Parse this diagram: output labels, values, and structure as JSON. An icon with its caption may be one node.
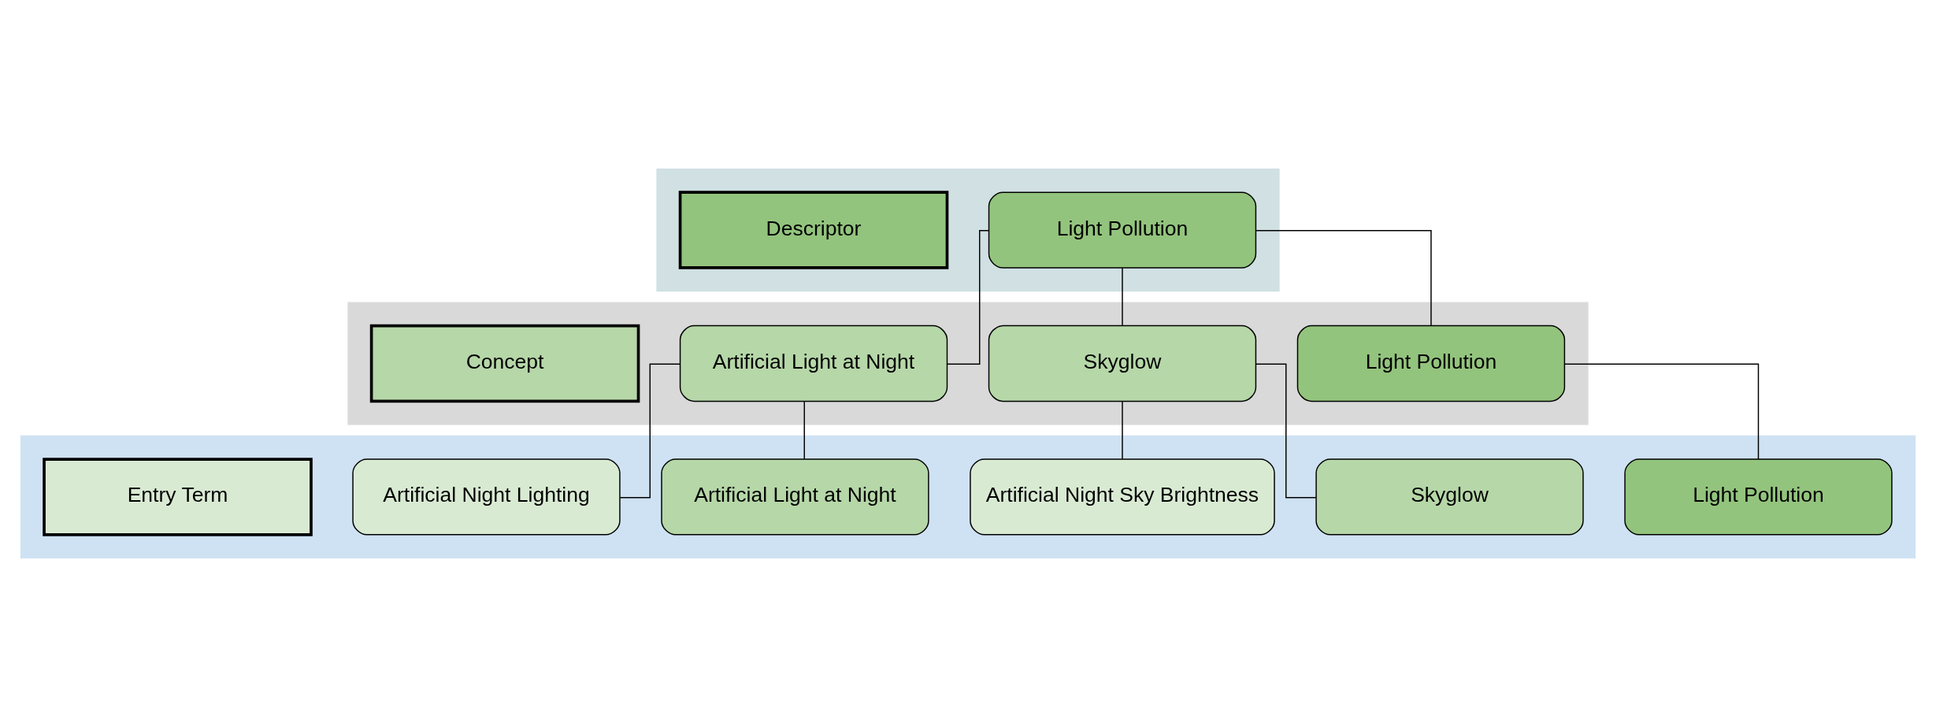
{
  "diagram": {
    "nodes": [
      {
        "text": [],
        "shape": "band"
      },
      {
        "text": [
          "Light Pollution"
        ],
        "in": 0
      },
      {
        "text": [
          "Descriptor"
        ],
        "in": 0
      },
      {
        "text": [],
        "shape": "band"
      },
      {
        "text": [
          "Light Pollution"
        ],
        "in": 3
      },
      {
        "text": [
          "Skyglow"
        ],
        "in": 3
      },
      {
        "text": [
          "Artificial Light at Night"
        ],
        "in": 3
      },
      {
        "text": [
          "Concept"
        ],
        "in": 3
      },
      {
        "text": [],
        "shape": "band"
      },
      {
        "text": [
          "Light Pollution"
        ],
        "in": 8
      },
      {
        "text": [
          "Skyglow"
        ],
        "in": 8
      },
      {
        "text": [
          "Artificial Night Sky Brightness"
        ],
        "in": 8
      },
      {
        "text": [
          "Artificial Light at Night"
        ],
        "in": 8
      },
      {
        "text": [
          "Artificial Night Lighting"
        ],
        "in": 8
      },
      {
        "text": [
          "Entry Term"
        ],
        "in": 8
      }
    ],
    "edges": [
      {
        "from": 1,
        "to": 4,
        "arrow": "none"
      },
      {
        "from": 1,
        "to": 5,
        "arrow": "none"
      },
      {
        "from": 1,
        "to": 6,
        "arrow": "none"
      },
      {
        "from": 4,
        "to": 9,
        "arrow": "none"
      },
      {
        "from": 5,
        "to": 10,
        "arrow": "none"
      },
      {
        "from": 5,
        "to": 11,
        "arrow": "none"
      },
      {
        "from": 6,
        "to": 12,
        "arrow": "none"
      },
      {
        "from": 6,
        "to": 13,
        "arrow": "none"
      }
    ]
  }
}
